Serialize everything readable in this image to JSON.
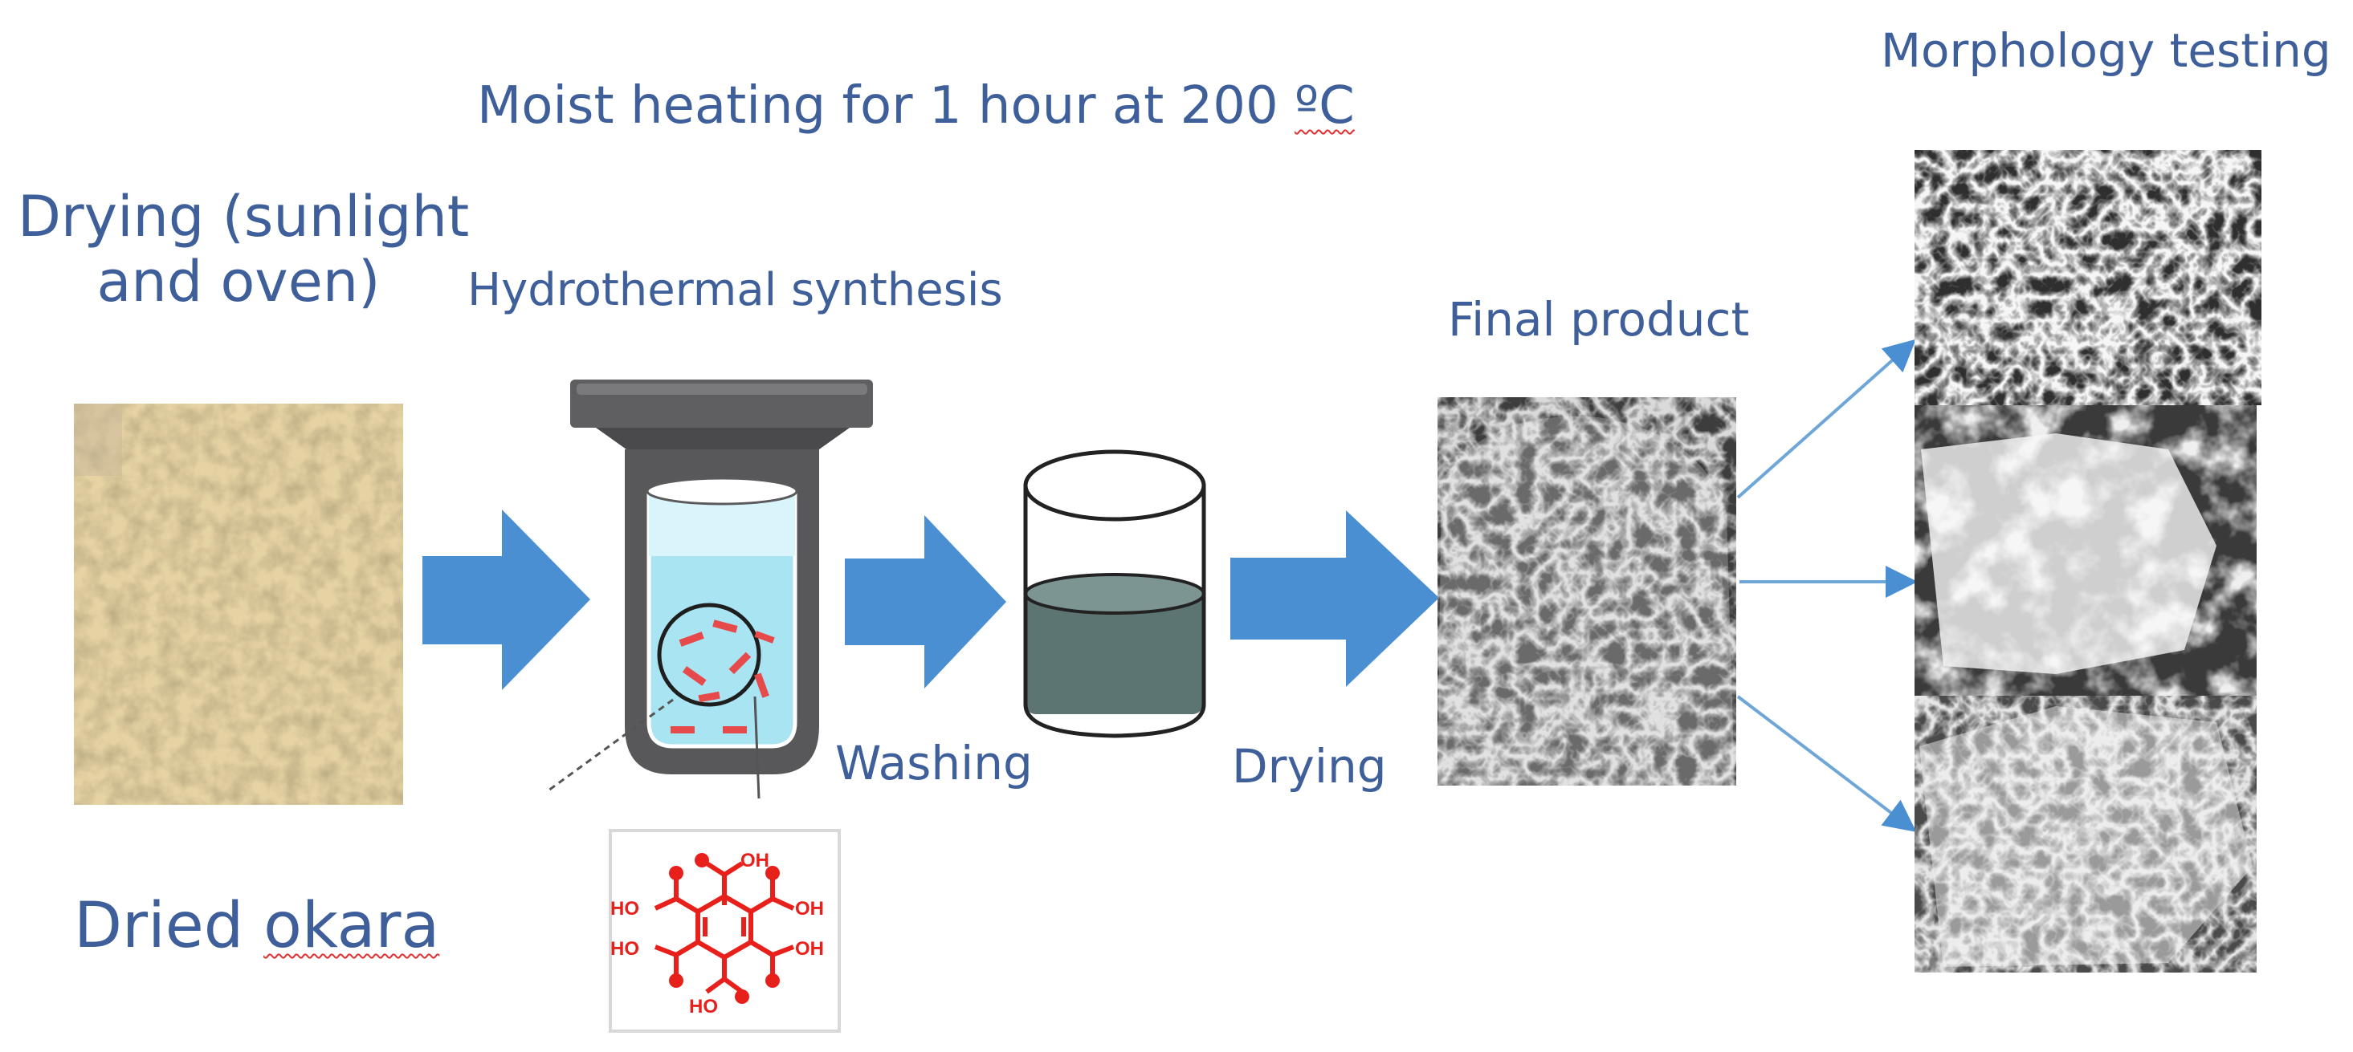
{
  "labels": {
    "drying_sun_line1": "Drying (sunlight",
    "drying_sun_line2": "and oven)",
    "dried_okara_prefix": "Dried ",
    "dried_okara_word": "okara",
    "moist_heating_prefix": "Moist heating for 1 hour at 200 ",
    "moist_heating_unit": "ºC",
    "hydrothermal": "Hydrothermal synthesis",
    "washing": "Washing",
    "drying": "Drying",
    "final_product": "Final product",
    "morphology": "Morphology testing"
  },
  "molecule_labels": {
    "top": "OH",
    "right_top": "OH",
    "right_bottom": "OH",
    "left_top": "HO",
    "left_bottom": "HO",
    "bottom": "HO"
  },
  "colors": {
    "text": "#3f5f9a",
    "arrow": "#4a8fd2",
    "connector": "#6fa6d8",
    "molecule": "#e8201c",
    "liquid_blue": "#a9e4f2",
    "liquid_dark": "#5d7572",
    "reactor_gray": "#5a5a5c",
    "okara": "#e6d3a4"
  }
}
